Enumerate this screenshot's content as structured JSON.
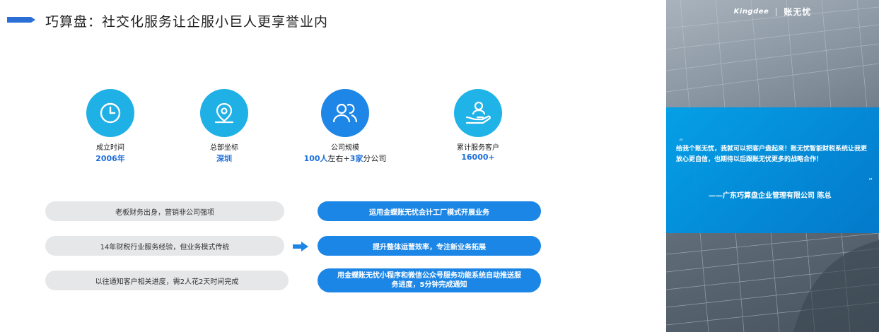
{
  "header": {
    "title": "巧算盘：社交化服务让企服小巨人更享誉业内"
  },
  "stats": [
    {
      "label": "成立时间",
      "value": "2006年",
      "icon": "clock-icon",
      "color": "#1fb0e6"
    },
    {
      "label": "总部坐标",
      "value": "深圳",
      "icon": "location-pin-icon",
      "color": "#1fb0e6"
    },
    {
      "label": "公司规模",
      "value_parts": [
        "100人",
        "左右+",
        "3家",
        "分公司"
      ],
      "icon": "people-icon",
      "color": "#1e86e6"
    },
    {
      "label": "累计服务客户",
      "value": "16000+",
      "icon": "hand-person-icon",
      "color": "#20b3e8"
    }
  ],
  "comparison": {
    "before": [
      "老板财务出身，营销非公司强项",
      "14年财税行业服务经验，但业务模式传统",
      "以往通知客户相关进度，需2人花2天时间完成"
    ],
    "after": [
      "运用金蝶账无忧会计工厂模式开展业务",
      "提升整体运营效率，专注新业务拓展",
      "用金蝶账无忧小程序和微信公众号服务功能系统自动推送服务进度，5分钟完成通知"
    ],
    "arrow_icon": "right-arrow-icon"
  },
  "sidebar": {
    "brand_left": "Kingdee",
    "brand_right": "账无忧",
    "quote": "给我个账无忧，我就可以把客户盘起来！账无忧智能财税系统让我更放心更自信，也期待以后跟账无忧更多的战略合作！",
    "signature": "——广东巧算盘企业管理有限公司  陈总",
    "accent": "#0aa0e6"
  }
}
